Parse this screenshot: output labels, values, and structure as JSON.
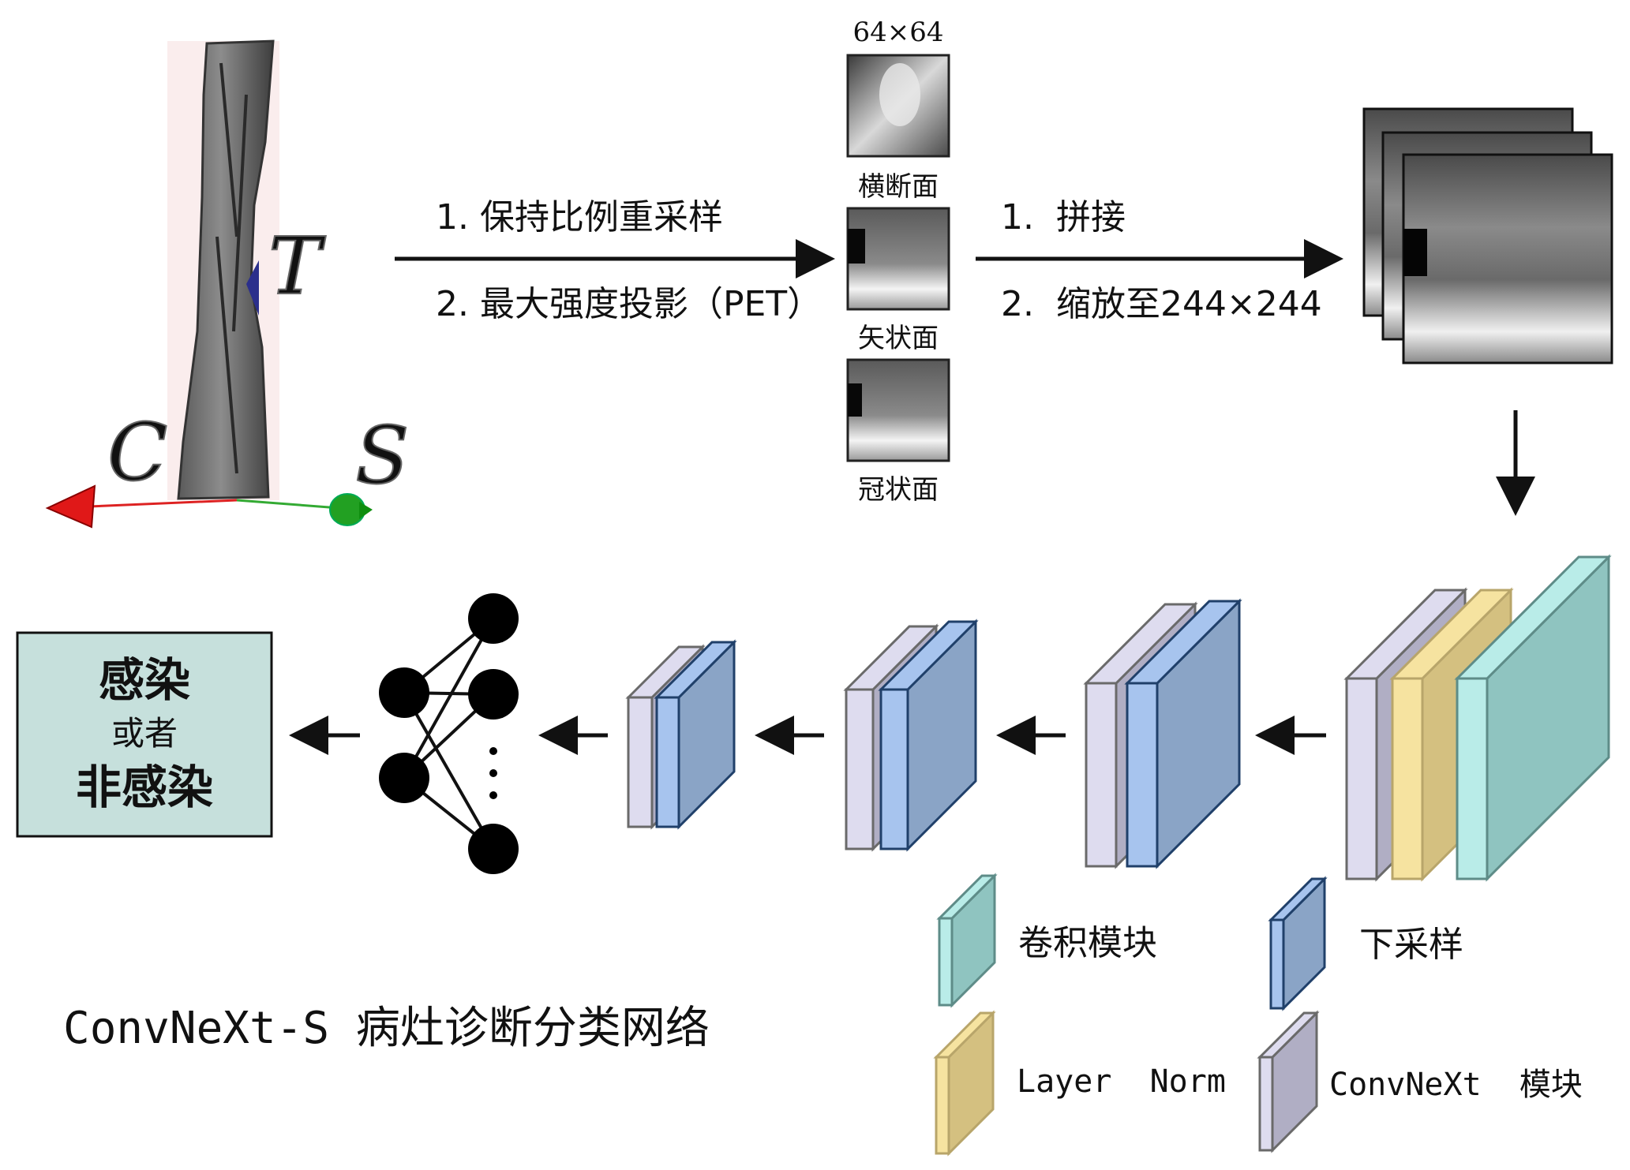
{
  "preprocess": {
    "step_a": [
      "1. 保持比例重采样",
      "2. 最大强度投影（PET）"
    ],
    "step_b": [
      "1.  拼接",
      "2.  缩放至244×244"
    ]
  },
  "projections": {
    "size_label": "64×64",
    "views": [
      "横断面",
      "矢状面",
      "冠状面"
    ]
  },
  "volume_axes": [
    "T",
    "C",
    "S"
  ],
  "output_box": {
    "line1": "感染",
    "line2": "或者",
    "line3": "非感染"
  },
  "network_title": "ConvNeXt-S 病灶诊断分类网络",
  "legend": {
    "conv_block": "卷积模块",
    "downsample": "下采样",
    "layer_norm": "Layer  Norm",
    "convnext_block": "ConvNeXt  模块"
  },
  "colors": {
    "conv": "#8fc4c0",
    "conv_front": "#b9ece8",
    "downsample": "#8aa4c6",
    "downsample_front": "#a7c4ee",
    "layer_norm": "#d4c080",
    "layer_norm_front": "#f6e3a0",
    "convnext": "#b0aec4",
    "convnext_front": "#dedcef",
    "output_box": "#c6e0dc"
  }
}
